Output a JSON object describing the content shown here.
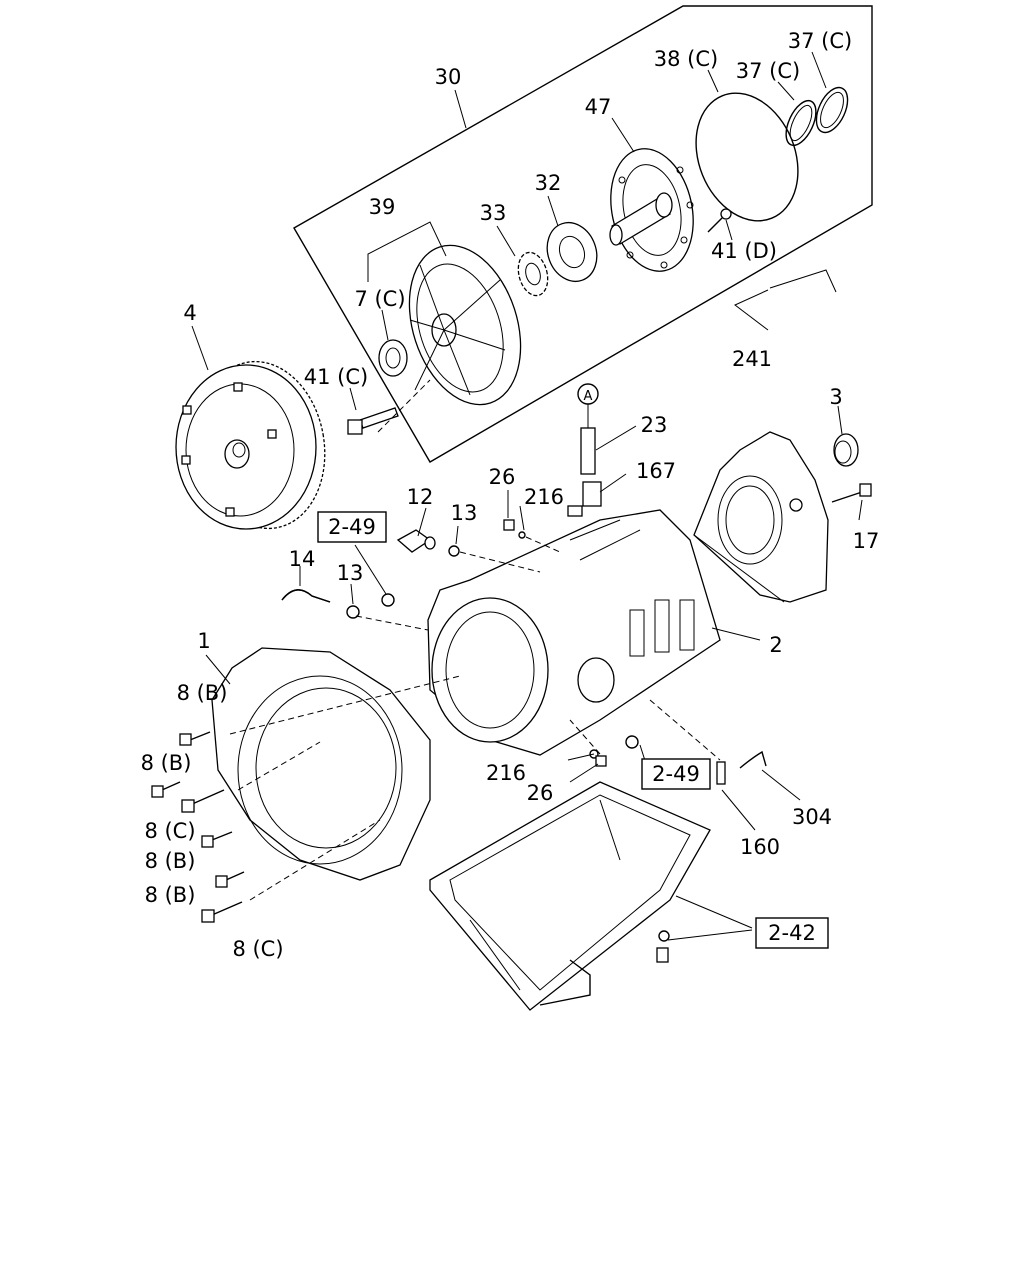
{
  "labels": {
    "l30": "30",
    "l37c_a": "37 (C)",
    "l37c_b": "37 (C)",
    "l38c": "38 (C)",
    "l47": "47",
    "l32": "32",
    "l33": "33",
    "l39": "39",
    "l41d": "41 (D)",
    "l7c": "7 (C)",
    "l4": "4",
    "l41c": "41 (C)",
    "l241": "241",
    "l3": "3",
    "lA": "A",
    "l23": "23",
    "l167": "167",
    "l26a": "26",
    "l216a": "216",
    "l12": "12",
    "l13a": "13",
    "l17": "17",
    "l14": "14",
    "l13b": "13",
    "l1": "1",
    "l2": "2",
    "l8b_1": "8 (B)",
    "l8b_2": "8 (B)",
    "l8c_1": "8 (C)",
    "l8b_3": "8 (B)",
    "l8b_4": "8 (B)",
    "l8c_2": "8 (C)",
    "l216b": "216",
    "l26b": "26",
    "l160": "160",
    "l304": "304"
  },
  "refs": {
    "r249a": "2-49",
    "r249b": "2-49",
    "r242": "2-42"
  },
  "icons": {
    "torque_converter": "torque-converter-icon",
    "oil_pump_body": "oil-pump-body-icon",
    "bell_housing": "bell-housing-icon",
    "transmission_case": "transmission-case-icon",
    "extension_housing": "extension-housing-icon",
    "oil_pan": "oil-pan-icon"
  }
}
